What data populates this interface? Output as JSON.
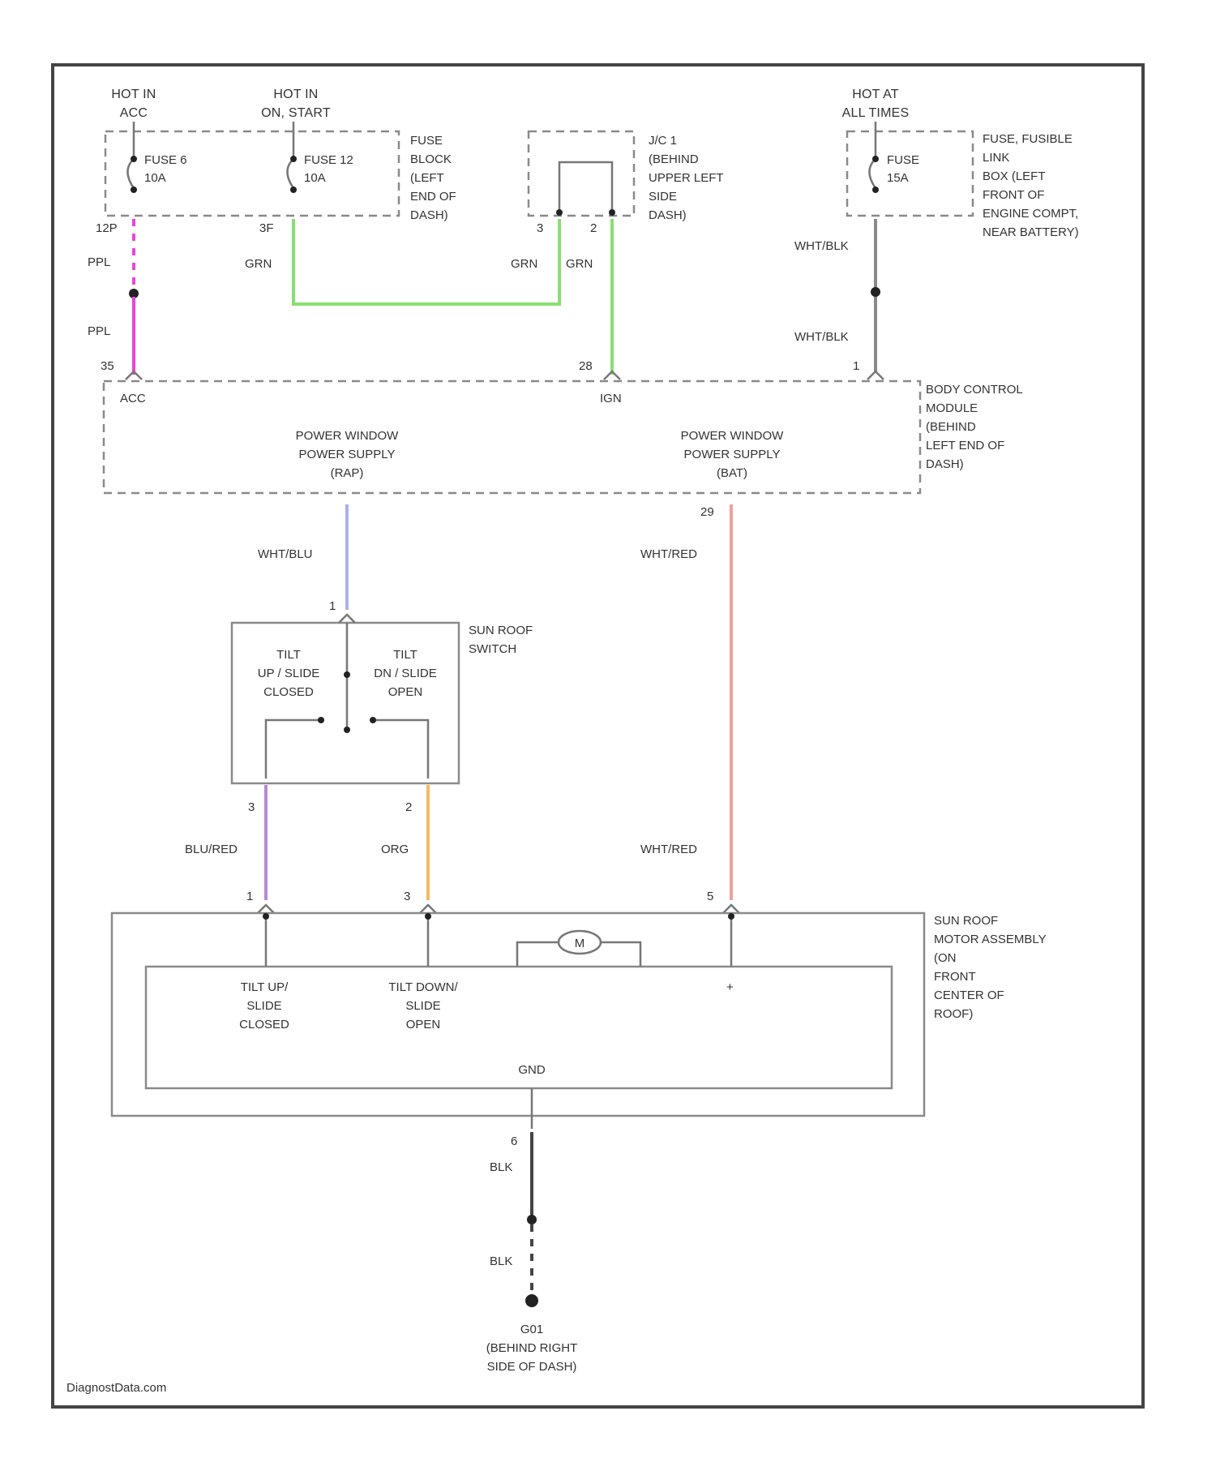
{
  "diagram": {
    "supplies": {
      "acc": [
        "HOT IN",
        "ACC"
      ],
      "on_start": [
        "HOT IN",
        "ON, START"
      ],
      "all_times": [
        "HOT AT",
        "ALL TIMES"
      ]
    },
    "fuse_block": {
      "fuse_a": [
        "FUSE 6",
        "10A"
      ],
      "fuse_b": [
        "FUSE 12",
        "10A"
      ],
      "label": [
        "FUSE",
        "BLOCK",
        "(LEFT",
        "END OF",
        "DASH)"
      ],
      "pin_left": "12P",
      "pin_right": "3F"
    },
    "jc": {
      "label": [
        "J/C 1",
        "(BEHIND",
        "UPPER LEFT",
        "SIDE",
        "DASH)"
      ],
      "pin_left": "3",
      "pin_right": "2"
    },
    "fusible_link": {
      "fuse": [
        "FUSE",
        "15A"
      ],
      "label": [
        "FUSE, FUSIBLE",
        "LINK",
        "BOX (LEFT",
        "FRONT OF",
        "ENGINE COMPT,",
        "NEAR BATTERY)"
      ]
    },
    "wires": {
      "ppl_1": "PPL",
      "ppl_2": "PPL",
      "grn_1": "GRN",
      "grn_2": "GRN",
      "grn_3": "GRN",
      "wht_blk_1": "WHT/BLK",
      "wht_blk_2": "WHT/BLK",
      "wht_blu": "WHT/BLU",
      "wht_red_1": "WHT/RED",
      "wht_red_2": "WHT/RED",
      "blu_red": "BLU/RED",
      "org": "ORG",
      "blk_1": "BLK",
      "blk_2": "BLK"
    },
    "bcm": {
      "pin_acc": "35",
      "pin_ign": "28",
      "pin_bat": "1",
      "pin_out_bat": "29",
      "acc": "ACC",
      "ign": "IGN",
      "rap_supply": [
        "POWER WINDOW",
        "POWER SUPPLY",
        "(RAP)"
      ],
      "bat_supply": [
        "POWER WINDOW",
        "POWER SUPPLY",
        "(BAT)"
      ],
      "label": [
        "BODY CONTROL",
        "MODULE",
        "(BEHIND",
        "LEFT END OF",
        "DASH)"
      ]
    },
    "switch": {
      "label": [
        "SUN ROOF",
        "SWITCH"
      ],
      "tilt_up": [
        "TILT",
        "UP / SLIDE",
        "CLOSED"
      ],
      "tilt_dn": [
        "TILT",
        "DN / SLIDE",
        "OPEN"
      ],
      "pin_in": "1",
      "pin_out_1": "3",
      "pin_out_2": "2"
    },
    "motor": {
      "label": [
        "SUN ROOF",
        "MOTOR ASSEMBLY",
        "(ON",
        "FRONT",
        "CENTER OF",
        "ROOF)"
      ],
      "tilt_up": [
        "TILT UP/",
        "SLIDE",
        "CLOSED"
      ],
      "tilt_down": [
        "TILT DOWN/",
        "SLIDE",
        "OPEN"
      ],
      "motor_symbol": "M",
      "pin_1": "1",
      "pin_2": "3",
      "pin_3": "5",
      "plus": "+",
      "gnd": "GND",
      "pin_gnd": "6"
    },
    "ground": [
      "G01",
      "(BEHIND RIGHT",
      "SIDE OF DASH)"
    ],
    "watermark": "DiagnostData.com"
  },
  "colors": {
    "ppl": "#ee44dd",
    "grn": "#88e070",
    "wht_blu": "#aab0f0",
    "wht_red": "#f0a0a0",
    "blu_red": "#b68ad8",
    "org": "#f5b86a",
    "blk": "#444444",
    "wht_blk": "#8a8a8a"
  }
}
